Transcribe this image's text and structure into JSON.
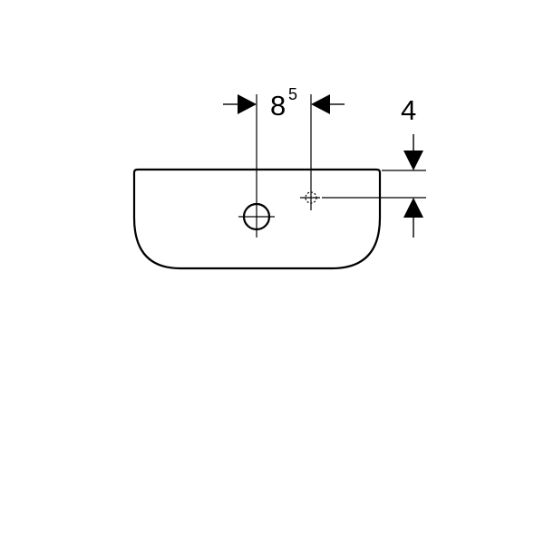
{
  "diagram": {
    "horizontal_dimension": {
      "main": "8",
      "superscript": "5"
    },
    "vertical_dimension": {
      "value": "4"
    }
  },
  "colors": {
    "line": "#000000",
    "background": "#ffffff"
  }
}
